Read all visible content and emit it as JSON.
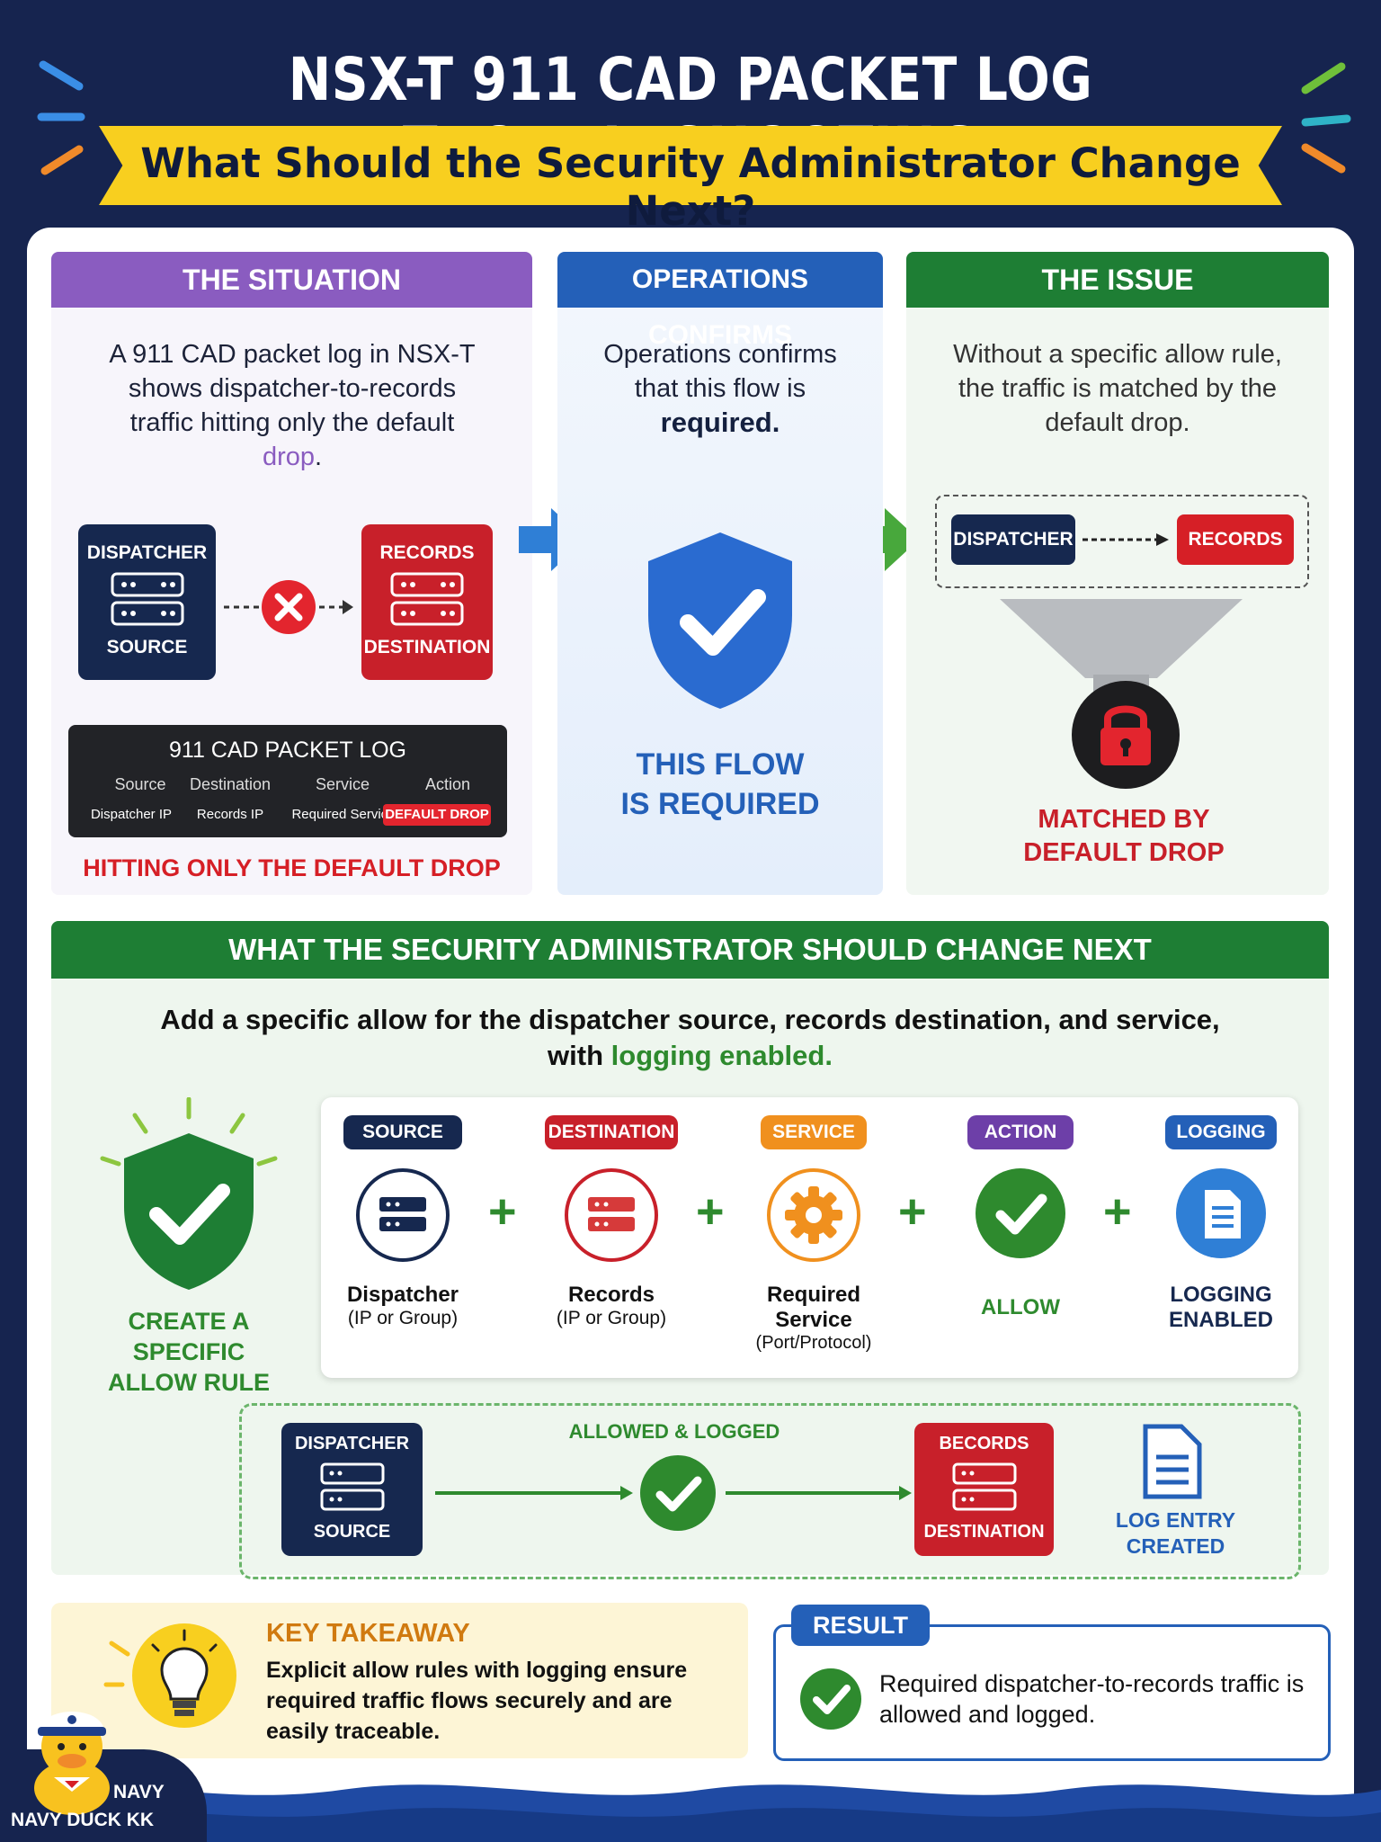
{
  "header": {
    "title": "NSX-T 911 CAD PACKET LOG TROUBLESHOOTING",
    "subtitle": "What Should the Security Administrator Change Next?"
  },
  "situation": {
    "heading": "THE SITUATION",
    "text_before": "A 911 CAD packet log in NSX-T shows dispatcher-to-records traffic hitting only the default ",
    "text_highlight": "drop",
    "text_after": ".",
    "source_box": {
      "top": "DISPATCHER",
      "bottom": "SOURCE"
    },
    "dest_box": {
      "top": "RECORDS",
      "bottom": "DESTINATION"
    },
    "log": {
      "title": "911 CAD PACKET LOG",
      "columns": [
        "Source",
        "Destination",
        "Service",
        "Action"
      ],
      "row": [
        "Dispatcher IP",
        "Records IP",
        "Required Service",
        "DEFAULT DROP"
      ]
    },
    "footer": "HITTING ONLY THE DEFAULT DROP"
  },
  "operations": {
    "heading": "OPERATIONS CONFIRMS",
    "text_before": "Operations confirms that this flow is ",
    "text_highlight": "required.",
    "caption_line1": "THIS FLOW",
    "caption_line2": "IS REQUIRED"
  },
  "issue": {
    "heading": "THE ISSUE",
    "text": "Without a specific allow rule, the traffic is matched by the default drop.",
    "left_pill": "DISPATCHER",
    "right_pill": "RECORDS",
    "caption_line1": "MATCHED BY",
    "caption_line2": "DEFAULT DROP"
  },
  "change": {
    "heading": "WHAT THE SECURITY ADMINISTRATOR SHOULD CHANGE NEXT",
    "line1": "Add a specific allow for the dispatcher source, records destination, and service,",
    "line2_before": "with ",
    "line2_highlight": "logging enabled.",
    "rule_caption_line1": "CREATE A SPECIFIC",
    "rule_caption_line2": "ALLOW RULE",
    "items": [
      {
        "tag": "SOURCE",
        "label1": "Dispatcher",
        "label2": "(IP or Group)",
        "label3": ""
      },
      {
        "tag": "DESTINATION",
        "label1": "Records",
        "label2": "(IP or Group)",
        "label3": ""
      },
      {
        "tag": "SERVICE",
        "label1": "Required",
        "label2": "Service",
        "label3": "(Port/Protocol)"
      },
      {
        "tag": "ACTION",
        "label1": "ALLOW",
        "label2": "",
        "label3": ""
      },
      {
        "tag": "LOGGING",
        "label1": "LOGGING",
        "label2": "ENABLED",
        "label3": ""
      }
    ],
    "plus": "+",
    "flow": {
      "source_top": "DISPATCHER",
      "source_bottom": "SOURCE",
      "middle_label": "ALLOWED & LOGGED",
      "dest_top": "BECORDS",
      "dest_bottom": "DESTINATION",
      "log_line1": "LOG ENTRY",
      "log_line2": "CREATED"
    }
  },
  "takeaway": {
    "heading": "KEY TAKEAWAY",
    "text": "Explicit allow rules with logging ensure required traffic flows securely and are easily traceable."
  },
  "result": {
    "heading": "RESULT",
    "text": "Required dispatcher-to-records traffic is allowed and logged."
  },
  "brand": {
    "line1": "NAVY",
    "line2": "NAVY DUCK KK"
  },
  "colors": {
    "navy": "#16244f",
    "purple": "#8a5cc0",
    "blue": "#2460b8",
    "green": "#1e7e34",
    "red": "#c8202a",
    "yellow": "#f8cf1f"
  }
}
